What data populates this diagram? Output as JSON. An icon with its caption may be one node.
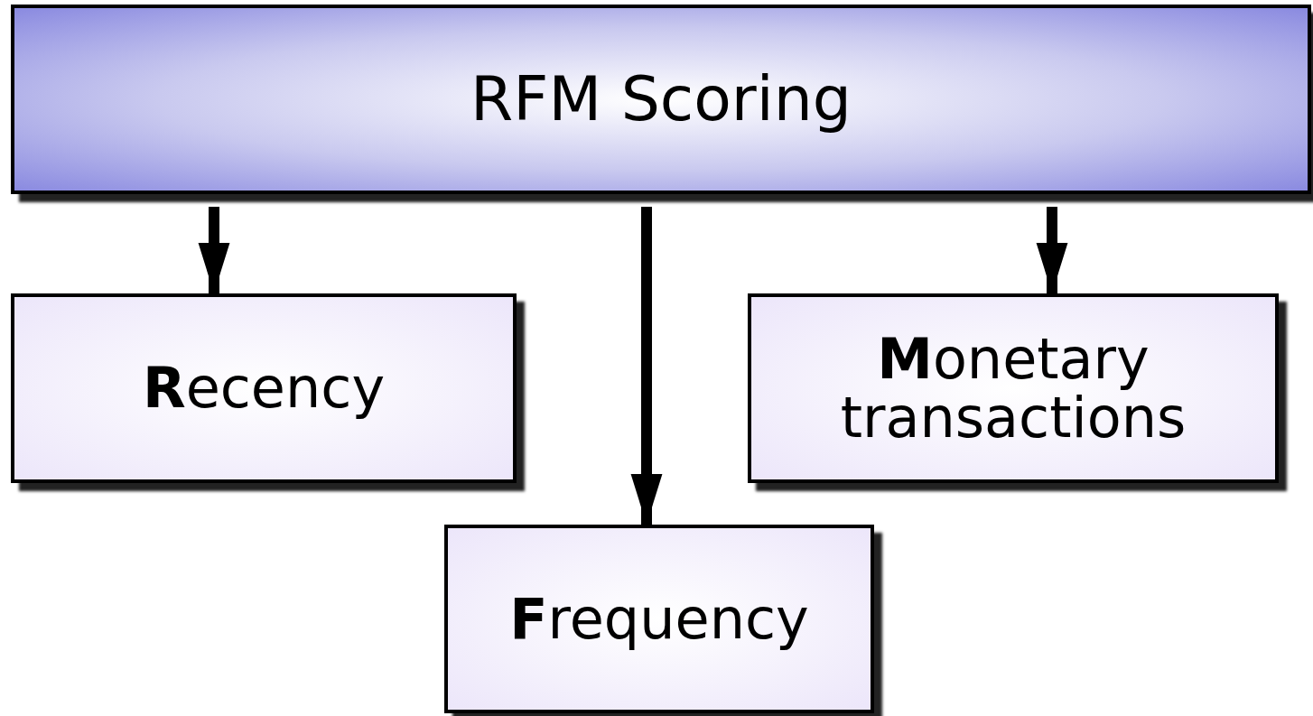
{
  "diagram": {
    "nodes": [
      {
        "text": [
          "RFM Scoring"
        ]
      },
      {
        "text": [
          "**R**ecency"
        ]
      },
      {
        "text": [
          "**F**requency"
        ]
      },
      {
        "text": [
          "**M**onetary transactions"
        ]
      }
    ],
    "edges": [
      {
        "from": 0,
        "to": 1,
        "arrow": "to"
      },
      {
        "from": 0,
        "to": 2,
        "arrow": "to"
      },
      {
        "from": 0,
        "to": 3,
        "arrow": "to"
      }
    ]
  }
}
